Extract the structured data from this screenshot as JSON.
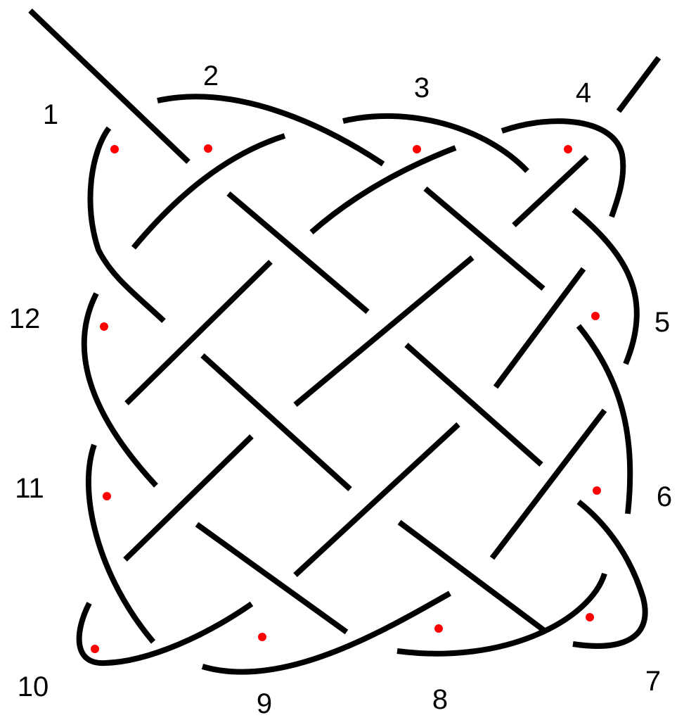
{
  "diagram": {
    "strand_color": "#000000",
    "dot_color": "#ff0000",
    "background": "#ffffff",
    "labels": [
      "1",
      "2",
      "3",
      "4",
      "5",
      "6",
      "7",
      "8",
      "9",
      "10",
      "11",
      "12"
    ]
  }
}
